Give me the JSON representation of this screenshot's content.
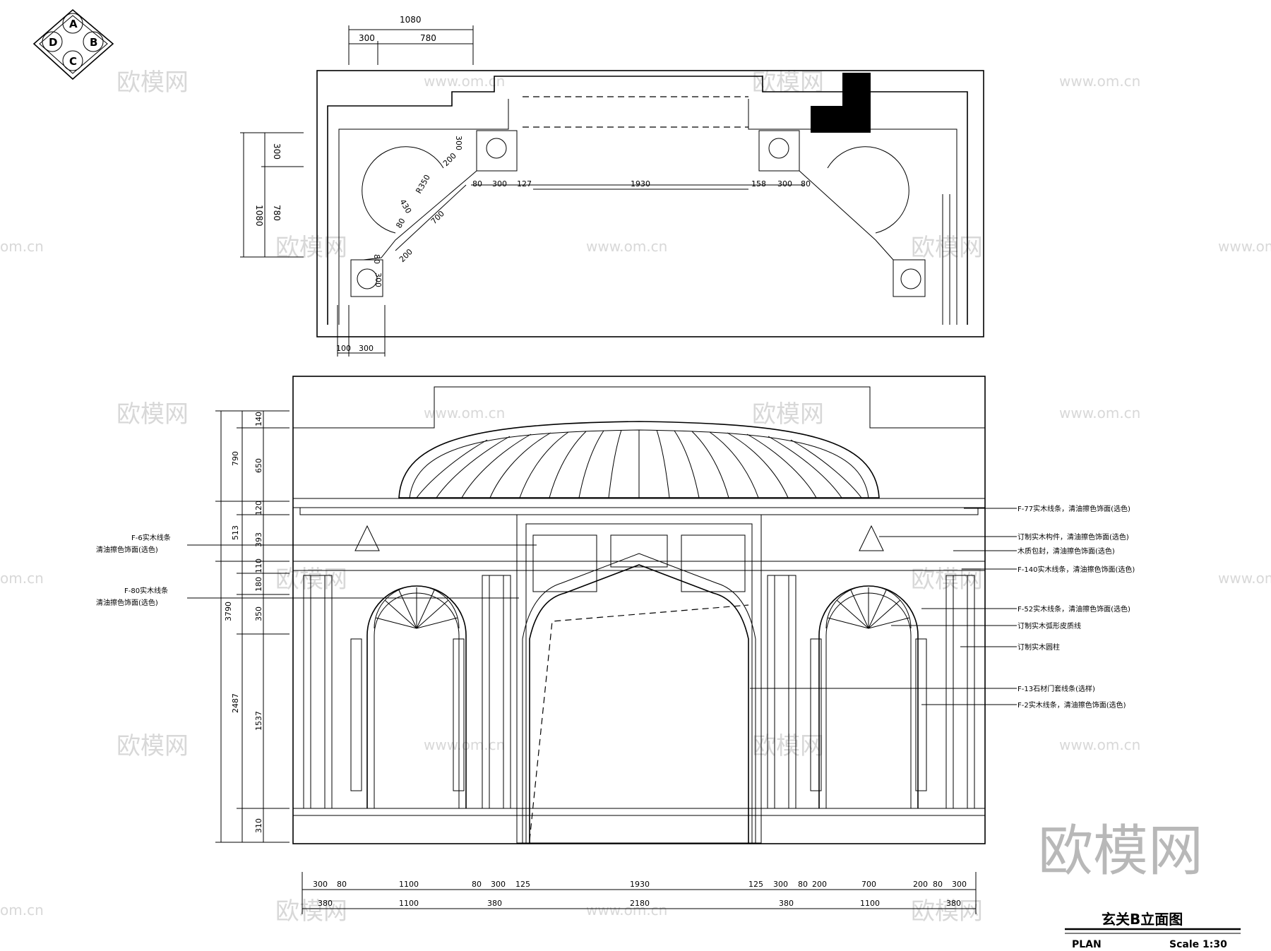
{
  "compass": {
    "a": "A",
    "b": "B",
    "c": "C",
    "d": "D"
  },
  "plan_dims": {
    "top_total": "1080",
    "top_a": "300",
    "top_b": "780",
    "left_total": "1080",
    "left_a": "300",
    "left_b": "780",
    "diag_300a": "300",
    "diag_200a": "200",
    "r350": "R350",
    "d430": "430",
    "d80a": "80",
    "d700": "700",
    "d200b": "200",
    "d80b": "80",
    "d300b": "300",
    "row": [
      "80",
      "300",
      "127",
      "1930",
      "158",
      "300",
      "80"
    ],
    "bottom_a": "100",
    "bottom_b": "300"
  },
  "elev_left_dims": {
    "total": "3790",
    "upper": "790",
    "mid": "513",
    "lower": "2487",
    "s140": "140",
    "s650": "650",
    "s120": "120",
    "s393": "393",
    "s110": "110",
    "s180": "180",
    "s350": "350",
    "s1537": "1537",
    "s310": "310"
  },
  "elev_bottom_dims": {
    "row1": [
      "300",
      "80",
      "1100",
      "80",
      "300",
      "125",
      "1930",
      "125",
      "300",
      "80",
      "200",
      "700",
      "200",
      "80",
      "300"
    ],
    "row2": [
      "380",
      "1100",
      "380",
      "2180",
      "380",
      "1100",
      "380"
    ]
  },
  "left_notes": [
    {
      "line1": "F-6实木线条",
      "line2": "清油擦色饰面(选色)"
    },
    {
      "line1": "F-80实木线条",
      "line2": "清油擦色饰面(选色)"
    }
  ],
  "right_notes": [
    "F-77实木线条，清油擦色饰面(选色)",
    "订制实木构件，清油擦色饰面(选色)",
    "木质包封，清油擦色饰面(选色)",
    "F-140实木线条，清油擦色饰面(选色)",
    "F-52实木线条，清油擦色饰面(选色)",
    "订制实木弧形皮质线",
    "订制实木圆柱",
    "F-13石材门套线条(选样)",
    "F-2实木线条，清油擦色饰面(选色)"
  ],
  "title_block": {
    "title": "玄关B立面图",
    "plan": "PLAN",
    "scale": "Scale 1:30"
  },
  "watermarks": {
    "cn": "欧模网",
    "url": "www.om.cn",
    "url_cut": "om.cn",
    "big": "欧模网"
  }
}
